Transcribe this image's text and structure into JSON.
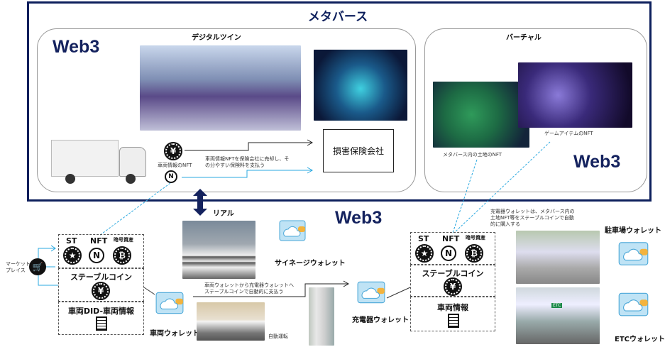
{
  "metaverse": {
    "title": "メタバース",
    "web3_left": "Web3",
    "web3_right": "Web3",
    "digital_twin": "デジタルツイン",
    "virtual": "バーチャル",
    "vehicle_nft_label": "車両情報のNFT",
    "insurance": "損害保険会社",
    "insurance_note": "車両情報NFTを保険会社に売却し、その分やすい保険料を支払う",
    "land_nft": "メタバース内の土地のNFT",
    "game_nft": "ゲームアイテムのNFT"
  },
  "real": {
    "label": "リアル",
    "web3": "Web3",
    "marketplace": "マーケット\nプレイス",
    "signage_wallet": "サイネージウォレット",
    "vehicle_wallet": "車両ウォレット",
    "charger_wallet": "充電器ウォレット",
    "parking_wallet": "駐車場ウォレット",
    "etc_wallet": "ETCウォレット",
    "auto_drive": "自動運転",
    "payment_note": "車両ウォレットから充電器ウォレットへステーブルコインで自動的に支払う",
    "charger_note": "充電器ウォレットは、メタバース内の土地NFT等をステーブルコインで自動的に購入する",
    "etc_sign": "ETC"
  },
  "left_stack": {
    "st": "ST",
    "nft": "NFT",
    "crypto": "暗号資産",
    "stablecoin": "ステーブルコイン",
    "did": "車両DID-車両情報"
  },
  "right_stack": {
    "st": "ST",
    "nft": "NFT",
    "crypto": "暗号資産",
    "stablecoin": "ステーブルコイン",
    "info": "車両情報"
  },
  "colors": {
    "navy": "#0d1f5c",
    "link": "#29a8e0"
  }
}
